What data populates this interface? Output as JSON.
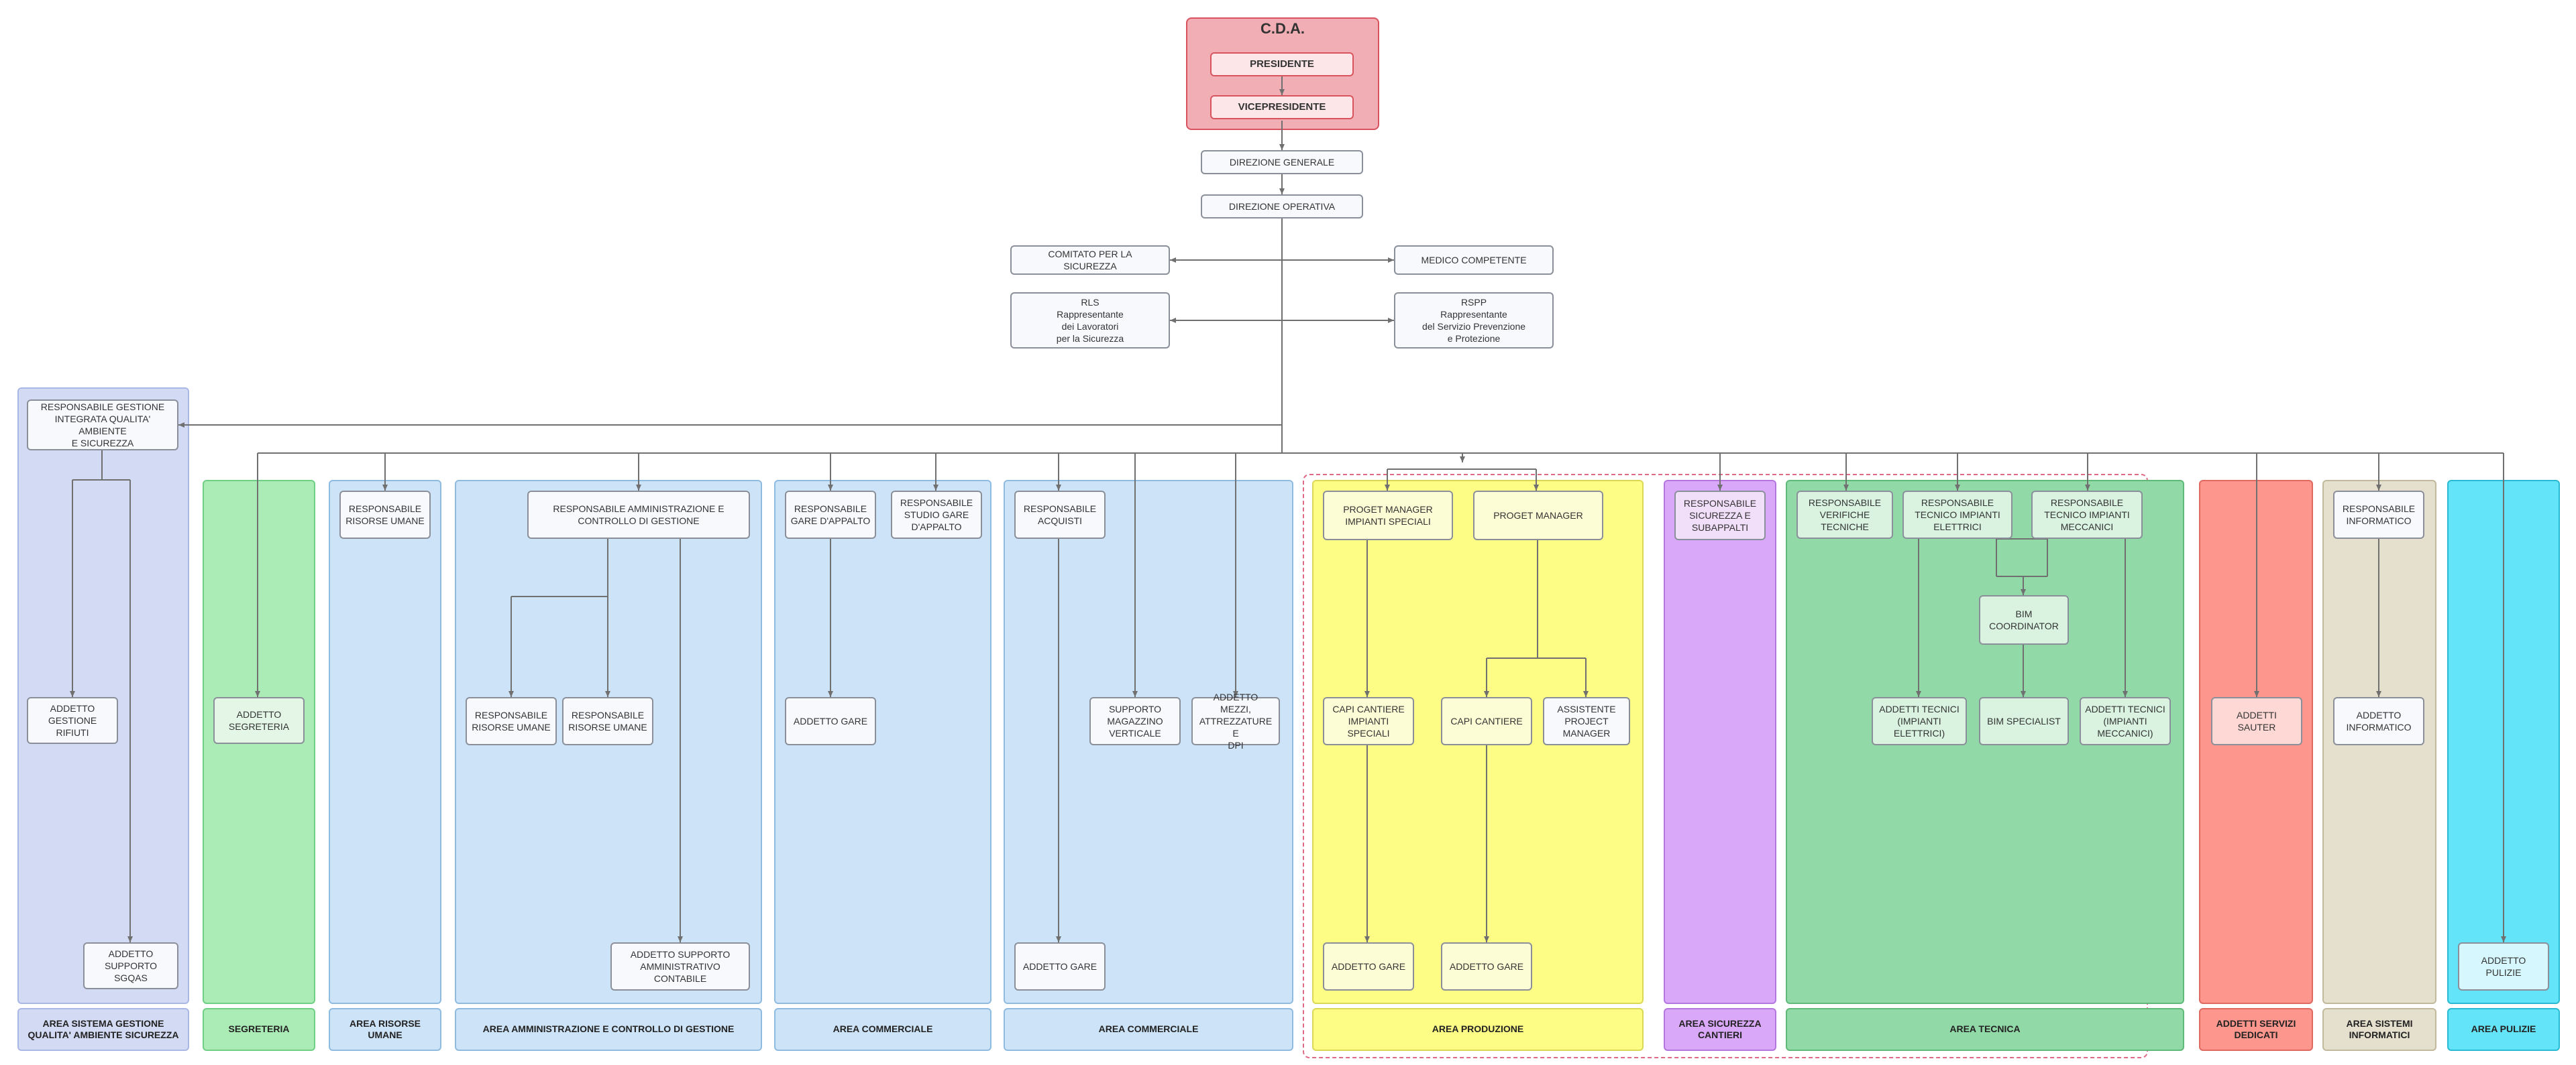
{
  "cda": {
    "title": "C.D.A.",
    "presidente": "PRESIDENTE",
    "vicepresidente": "VICEPRESIDENTE"
  },
  "top": {
    "direzione_generale": "DIREZIONE GENERALE",
    "direzione_operativa": "DIREZIONE OPERATIVA",
    "comitato": "COMITATO PER LA\nSICUREZZA",
    "medico": "MEDICO COMPETENTE",
    "rls": "RLS\nRappresentante\ndei Lavoratori\nper la Sicurezza",
    "rspp": "RSPP\nRappresentante\ndel Servizio Prevenzione\ne Protezione"
  },
  "areas": {
    "sgq": {
      "label": "AREA SISTEMA GESTIONE QUALITA' AMBIENTE SICUREZZA",
      "color": "#d3daf3",
      "boxes": {
        "responsabile": "RESPONSABILE GESTIONE\nINTEGRATA QUALITA' AMBIENTE\nE SICUREZZA",
        "rifiuti": "ADDETTO\nGESTIONE RIFIUTI",
        "sgqas": "ADDETTO\nSUPPORTO SGQAS"
      }
    },
    "segreteria": {
      "label": "SEGRETERIA",
      "color": "#abebb5",
      "boxes": {
        "addetto": "ADDETTO\nSEGRETERIA"
      }
    },
    "risorse_umane": {
      "label": "AREA RISORSE UMANE",
      "color": "#cde3f7",
      "boxes": {
        "responsabile": "RESPONSABILE\nRISORSE UMANE"
      }
    },
    "amministrazione": {
      "label": "AREA AMMINISTRAZIONE E CONTROLLO DI GESTIONE",
      "color": "#cde3f7",
      "boxes": {
        "responsabile": "RESPONSABILE AMMINISTRAZIONE E\nCONTROLLO DI GESTIONE",
        "ru1": "RESPONSABILE\nRISORSE UMANE",
        "ru2": "RESPONSABILE\nRISORSE UMANE",
        "supporto": "ADDETTO SUPPORTO\nAMMINISTRATIVO\nCONTABILE"
      }
    },
    "commerciale1": {
      "label": "AREA COMMERCIALE",
      "color": "#cde3f7",
      "boxes": {
        "gare": "RESPONSABILE\nGARE D'APPALTO",
        "studio": "RESPONSABILE\nSTUDIO GARE\nD'APPALTO",
        "addetto_gare": "ADDETTO GARE"
      }
    },
    "commerciale2": {
      "label": "AREA COMMERCIALE",
      "color": "#cde3f7",
      "boxes": {
        "acquisti": "RESPONSABILE\nACQUISTI",
        "magazzino": "SUPPORTO\nMAGAZZINO\nVERTICALE",
        "mezzi": "ADDETTO MEZZI,\nATTREZZATURE E\nDPI",
        "addetto_gare": "ADDETTO GARE"
      }
    },
    "produzione": {
      "label": "AREA PRODUZIONE",
      "color": "#fdfd85",
      "boxes": {
        "pm_speciali": "PROGET MANAGER\nIMPIANTI SPECIALI",
        "pm": "PROGET MANAGER",
        "capi_speciali": "CAPI CANTIERE\nIMPIANTI\nSPECIALI",
        "capi": "CAPI CANTIERE",
        "assistente": "ASSISTENTE\nPROJECT\nMANAGER",
        "gare1": "ADDETTO GARE",
        "gare2": "ADDETTO GARE"
      }
    },
    "sicurezza": {
      "label": "AREA SICUREZZA\nCANTIERI",
      "color": "#d9a8f9",
      "boxes": {
        "responsabile": "RESPONSABILE\nSICUREZZA E\nSUBAPPALTI"
      }
    },
    "tecnica": {
      "label": "AREA TECNICA",
      "color": "#92d9a8",
      "boxes": {
        "verifiche": "RESPONSABILE\nVERIFICHE\nTECNICHE",
        "elettrici": "RESPONSABILE\nTECNICO IMPIANTI\nELETTRICI",
        "meccanici": "RESPONSABILE\nTECNICO IMPIANTI\nMECCANICI",
        "bim_coord": "BIM\nCOORDINATOR",
        "add_elettrici": "ADDETTI TECNICI\n(IMPIANTI\nELETTRICI)",
        "bim_spec": "BIM SPECIALIST",
        "add_meccanici": "ADDETTI TECNICI\n(IMPIANTI\nMECCANICI)"
      }
    },
    "servizi": {
      "label": "ADDETTI SERVIZI\nDEDICATI",
      "color": "#fd968c",
      "boxes": {
        "sauter": "ADDETTI SAUTER"
      }
    },
    "informatici": {
      "label": "AREA SISTEMI\nINFORMATICI",
      "color": "#e5dfcd",
      "boxes": {
        "responsabile": "RESPONSABILE\nINFORMATICO",
        "addetto": "ADDETTO\nINFORMATICO"
      }
    },
    "pulizie": {
      "label": "AREA PULIZIE",
      "color": "#63e4f9",
      "boxes": {
        "addetto": "ADDETTO PULIZIE"
      }
    }
  }
}
